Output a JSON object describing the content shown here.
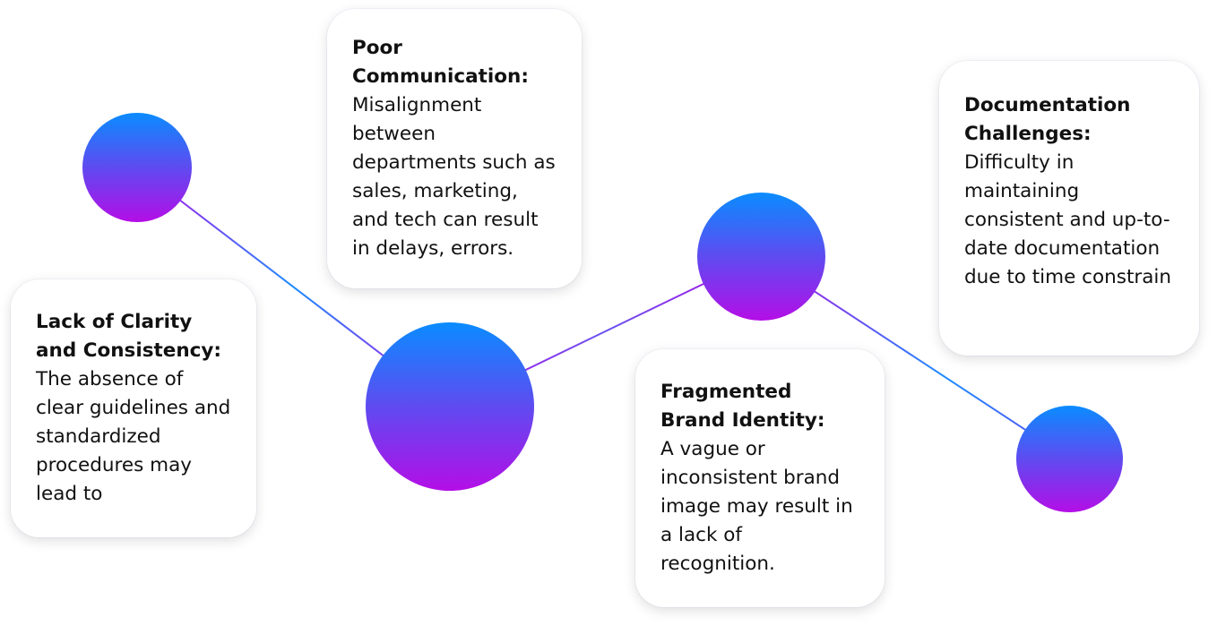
{
  "diagram": {
    "cards": [
      {
        "id": "lack-clarity",
        "title": "Lack of Clarity and Consistency:",
        "text": "The absence of clear guidelines and standardized procedures may lead to"
      },
      {
        "id": "poor-communication",
        "title": "Poor Communication:",
        "text": "Misalignment between departments such as sales, marketing, and tech can result in delays, errors."
      },
      {
        "id": "fragmented-brand",
        "title": "Fragmented Brand Identity:",
        "text": "A vague or inconsistent brand image may result in a lack of recognition."
      },
      {
        "id": "documentation",
        "title": "Documentation Challenges:",
        "text": "Difficulty in maintaining consistent and up-to-date documentation due to time constrain"
      }
    ],
    "colors": {
      "gradient_top": "#0a8cff",
      "gradient_mid": "#5f4bf0",
      "gradient_bottom": "#b40ee6",
      "card_background": "#ffffff",
      "text": "#111111"
    }
  }
}
